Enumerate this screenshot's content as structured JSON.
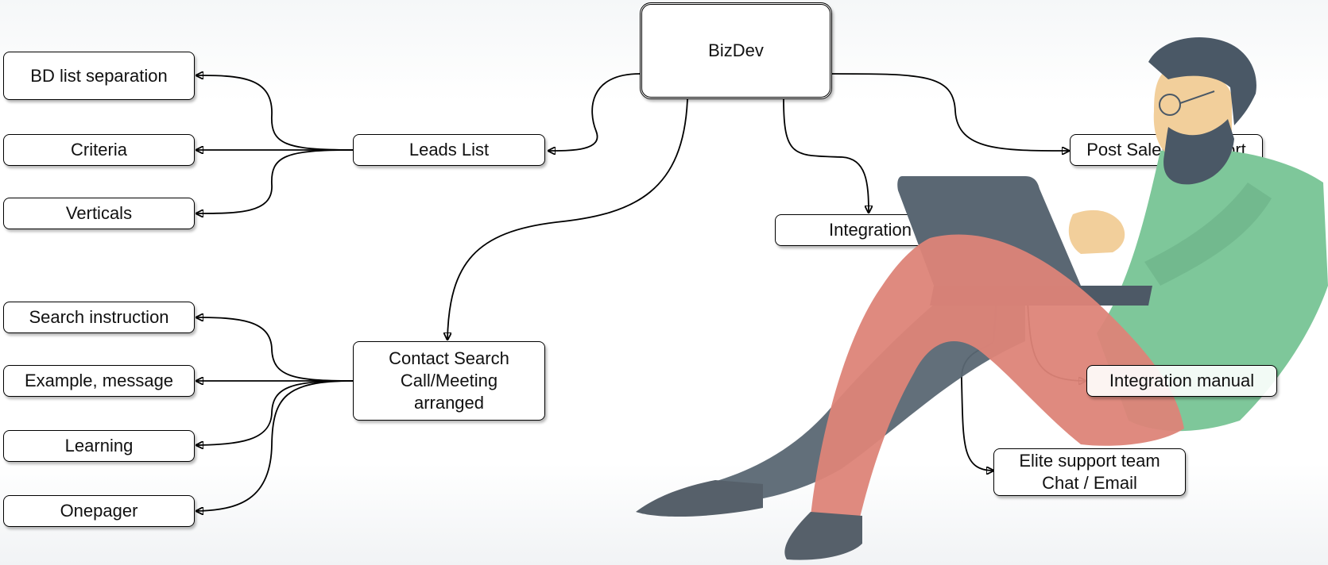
{
  "diagram": {
    "root": "BizDev",
    "nodes": {
      "bd_list_separation": "BD list separation",
      "criteria": "Criteria",
      "verticals": "Verticals",
      "leads_list": "Leads List",
      "search_instruction": "Search instruction",
      "example_message": "Example, message",
      "learning": "Learning",
      "onepager": "Onepager",
      "contact_search": "Contact Search\nCall/Meeting\narranged",
      "integration": "Integration",
      "post_sales": "Post Sales / Support",
      "integration_manual": "Integration manual",
      "elite_support": "Elite support team\nChat / Email"
    },
    "edges": [
      [
        "BizDev",
        "Leads List"
      ],
      [
        "BizDev",
        "Contact Search Call/Meeting arranged"
      ],
      [
        "BizDev",
        "Integration"
      ],
      [
        "BizDev",
        "Post Sales / Support"
      ],
      [
        "Leads List",
        "BD list separation"
      ],
      [
        "Leads List",
        "Criteria"
      ],
      [
        "Leads List",
        "Verticals"
      ],
      [
        "Contact Search Call/Meeting arranged",
        "Search instruction"
      ],
      [
        "Contact Search Call/Meeting arranged",
        "Example, message"
      ],
      [
        "Contact Search Call/Meeting arranged",
        "Learning"
      ],
      [
        "Contact Search Call/Meeting arranged",
        "Onepager"
      ],
      [
        "Integration",
        "Integration manual"
      ],
      [
        "Integration",
        "Elite support team Chat / Email"
      ]
    ]
  },
  "illustration": {
    "subject": "bearded man with glasses sitting with laptop",
    "colors": {
      "hair_beard": "#4a5866",
      "skin": "#f2cf9b",
      "sweater": "#7ec79a",
      "trousers": "#dd8478",
      "laptop": "#5a6773",
      "shoes": "#56606a"
    }
  }
}
